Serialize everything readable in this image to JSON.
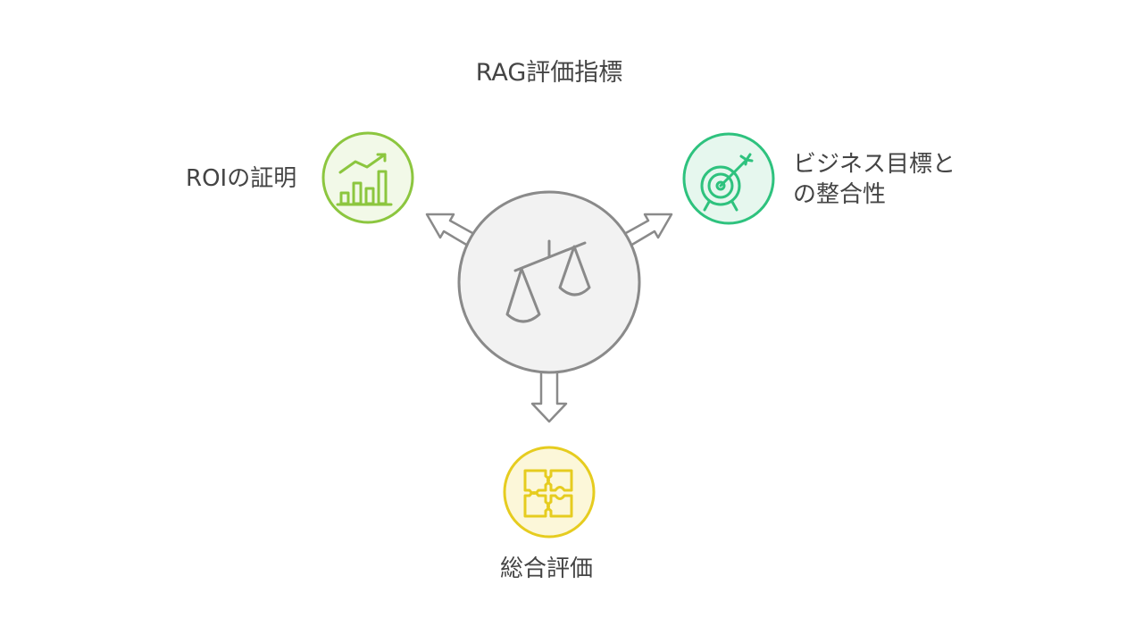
{
  "title": "RAG評価指標",
  "center": {
    "icon": "balance-scale-icon"
  },
  "nodes": [
    {
      "label": "ROIの証明",
      "icon": "bar-chart-trend-icon",
      "color": "#8cc63f",
      "fill": "#f2f9e8"
    },
    {
      "label_lines": [
        "ビジネス目標と",
        "の整合性"
      ],
      "icon": "target-arrow-icon",
      "color": "#2ec27e",
      "fill": "#e6f7ee"
    },
    {
      "label": "総合評価",
      "icon": "puzzle-icon",
      "color": "#e6cc1f",
      "fill": "#fcf7d9"
    }
  ],
  "colors": {
    "hub_fill": "#f2f2f2",
    "hub_stroke": "#8a8a8a",
    "arrow_stroke": "#8a8a8a",
    "text": "#444444"
  }
}
